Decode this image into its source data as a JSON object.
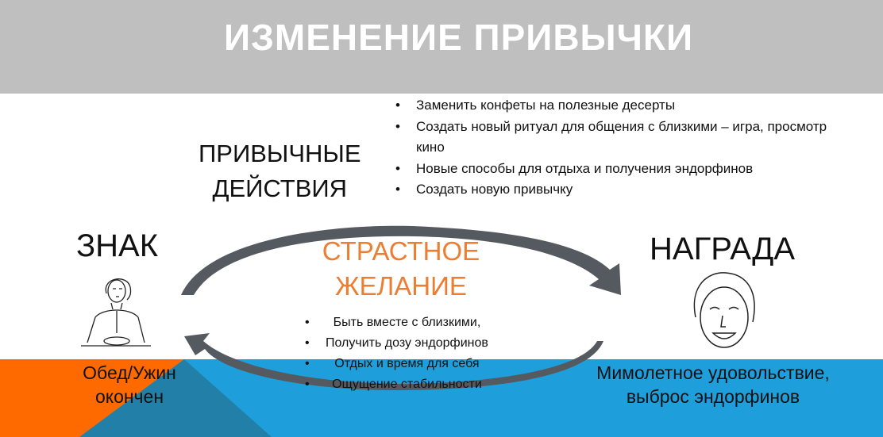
{
  "title": "ИЗМЕНЕНИЕ ПРИВЫЧКИ",
  "routine": {
    "line1": "ПРИВЫЧНЫЕ",
    "line2": "ДЕЙСТВИЯ"
  },
  "routine_items": [
    "Заменить конфеты на полезные десерты",
    "Создать новый ритуал для общения с близкими – игра, просмотр кино",
    "Новые способы для отдыха и получения эндорфинов",
    "Создать новую привычку"
  ],
  "cue": {
    "label": "ЗНАК",
    "line1": "Обед/Ужин",
    "line2": "окончен"
  },
  "reward": {
    "label": "НАГРАДА",
    "line1": "Мимолетное удовольствие,",
    "line2": "выброс эндорфинов"
  },
  "craving": {
    "line1": "СТРАСТНОЕ",
    "line2": "ЖЕЛАНИЕ"
  },
  "craving_items": [
    "Быть вместе с близкими,",
    "Получить дозу эндорфинов",
    "Отдых и время для себя",
    "Ощущение стабильности"
  ],
  "colors": {
    "header": "#bfbfbf",
    "orange": "#ed7d31",
    "blue": "#1e9fdb",
    "teal": "#1f7fa8",
    "arrow": "#555a60"
  }
}
